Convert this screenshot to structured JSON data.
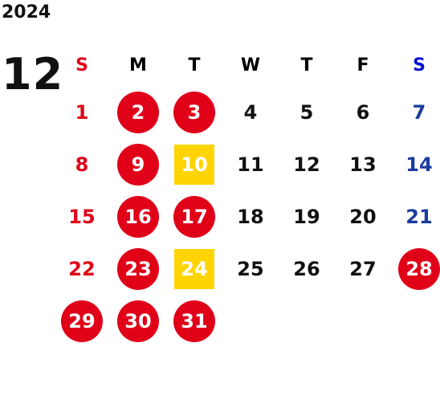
{
  "calendar": {
    "year": "2024",
    "month": "12",
    "colors": {
      "holiday_red": "#e00018",
      "saturday_blue": "#1a3c9c",
      "saturday_header_blue": "#0010d0",
      "highlight_yellow": "#ffd400",
      "text": "#111111"
    },
    "weekdays": [
      "S",
      "M",
      "T",
      "W",
      "T",
      "F",
      "S"
    ],
    "weeks": [
      [
        {
          "day": "1",
          "type": "sun",
          "mark": "none"
        },
        {
          "day": "2",
          "type": "weekday",
          "mark": "circle"
        },
        {
          "day": "3",
          "type": "weekday",
          "mark": "circle"
        },
        {
          "day": "4",
          "type": "weekday",
          "mark": "none"
        },
        {
          "day": "5",
          "type": "weekday",
          "mark": "none"
        },
        {
          "day": "6",
          "type": "weekday",
          "mark": "none"
        },
        {
          "day": "7",
          "type": "sat",
          "mark": "none"
        }
      ],
      [
        {
          "day": "8",
          "type": "sun",
          "mark": "none"
        },
        {
          "day": "9",
          "type": "weekday",
          "mark": "circle"
        },
        {
          "day": "10",
          "type": "weekday",
          "mark": "square"
        },
        {
          "day": "11",
          "type": "weekday",
          "mark": "none"
        },
        {
          "day": "12",
          "type": "weekday",
          "mark": "none"
        },
        {
          "day": "13",
          "type": "weekday",
          "mark": "none"
        },
        {
          "day": "14",
          "type": "sat",
          "mark": "none"
        }
      ],
      [
        {
          "day": "15",
          "type": "sun",
          "mark": "none"
        },
        {
          "day": "16",
          "type": "weekday",
          "mark": "circle"
        },
        {
          "day": "17",
          "type": "weekday",
          "mark": "circle"
        },
        {
          "day": "18",
          "type": "weekday",
          "mark": "none"
        },
        {
          "day": "19",
          "type": "weekday",
          "mark": "none"
        },
        {
          "day": "20",
          "type": "weekday",
          "mark": "none"
        },
        {
          "day": "21",
          "type": "sat",
          "mark": "none"
        }
      ],
      [
        {
          "day": "22",
          "type": "sun",
          "mark": "none"
        },
        {
          "day": "23",
          "type": "weekday",
          "mark": "circle"
        },
        {
          "day": "24",
          "type": "weekday",
          "mark": "square"
        },
        {
          "day": "25",
          "type": "weekday",
          "mark": "none"
        },
        {
          "day": "26",
          "type": "weekday",
          "mark": "none"
        },
        {
          "day": "27",
          "type": "weekday",
          "mark": "none"
        },
        {
          "day": "28",
          "type": "sat",
          "mark": "circle"
        }
      ],
      [
        {
          "day": "29",
          "type": "sun",
          "mark": "circle"
        },
        {
          "day": "30",
          "type": "weekday",
          "mark": "circle"
        },
        {
          "day": "31",
          "type": "weekday",
          "mark": "circle"
        },
        {
          "day": "",
          "type": "blank",
          "mark": "none"
        },
        {
          "day": "",
          "type": "blank",
          "mark": "none"
        },
        {
          "day": "",
          "type": "blank",
          "mark": "none"
        },
        {
          "day": "",
          "type": "blank",
          "mark": "none"
        }
      ]
    ]
  }
}
